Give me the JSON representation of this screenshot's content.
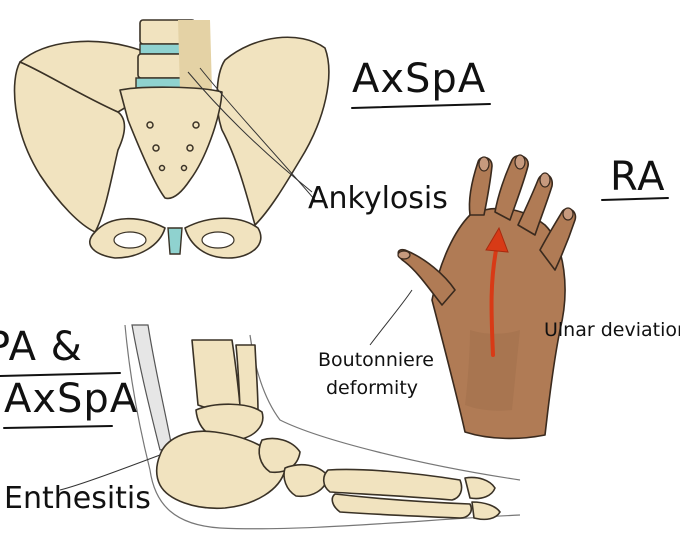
{
  "labels": {
    "axspa_title": "AxSpA",
    "ra_title": "RA",
    "psa_line1": "PA &",
    "psa_line2": "AxSpA",
    "ankylosis": "Ankylosis",
    "ulnar_deviation": "Ulnar deviation",
    "boutonniere_line1": "Boutonniere",
    "boutonniere_line2": "deformity",
    "enthesitis": "Enthesitis"
  },
  "colors": {
    "bone": "#f1e3bf",
    "joint_space": "#8fd2cf",
    "skin": "#b07b55",
    "arrow": "#d83a16"
  }
}
